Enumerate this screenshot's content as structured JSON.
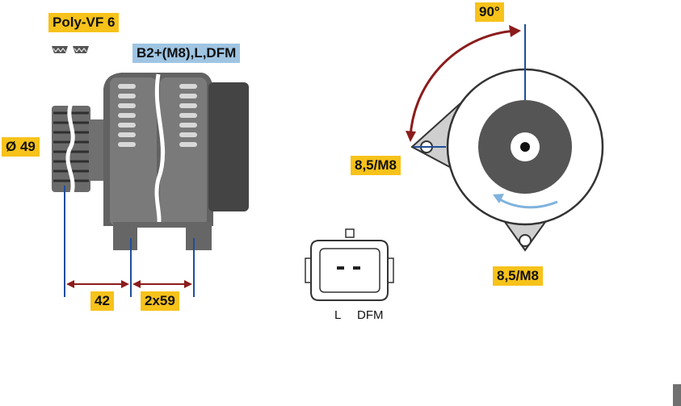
{
  "labels": {
    "belt": "Poly-VF 6",
    "terminals": "B2+(M8),L,DFM",
    "pulley_diameter": "Ø 49",
    "dim_front": "42",
    "dim_rear": "2x59",
    "angle": "90°",
    "mount_left": "8,5/M8",
    "mount_bottom": "8,5/M8",
    "connector_pin_l": "L",
    "connector_pin_dfm": "DFM"
  },
  "colors": {
    "label_fill": "#f7c21a",
    "terminal_fill": "#9fc5e3",
    "body_dark": "#555555",
    "arrow_red": "#8b1c1c",
    "dimension_blue": "#1f4e9a",
    "rotation_arrow": "#7fb2dd"
  }
}
